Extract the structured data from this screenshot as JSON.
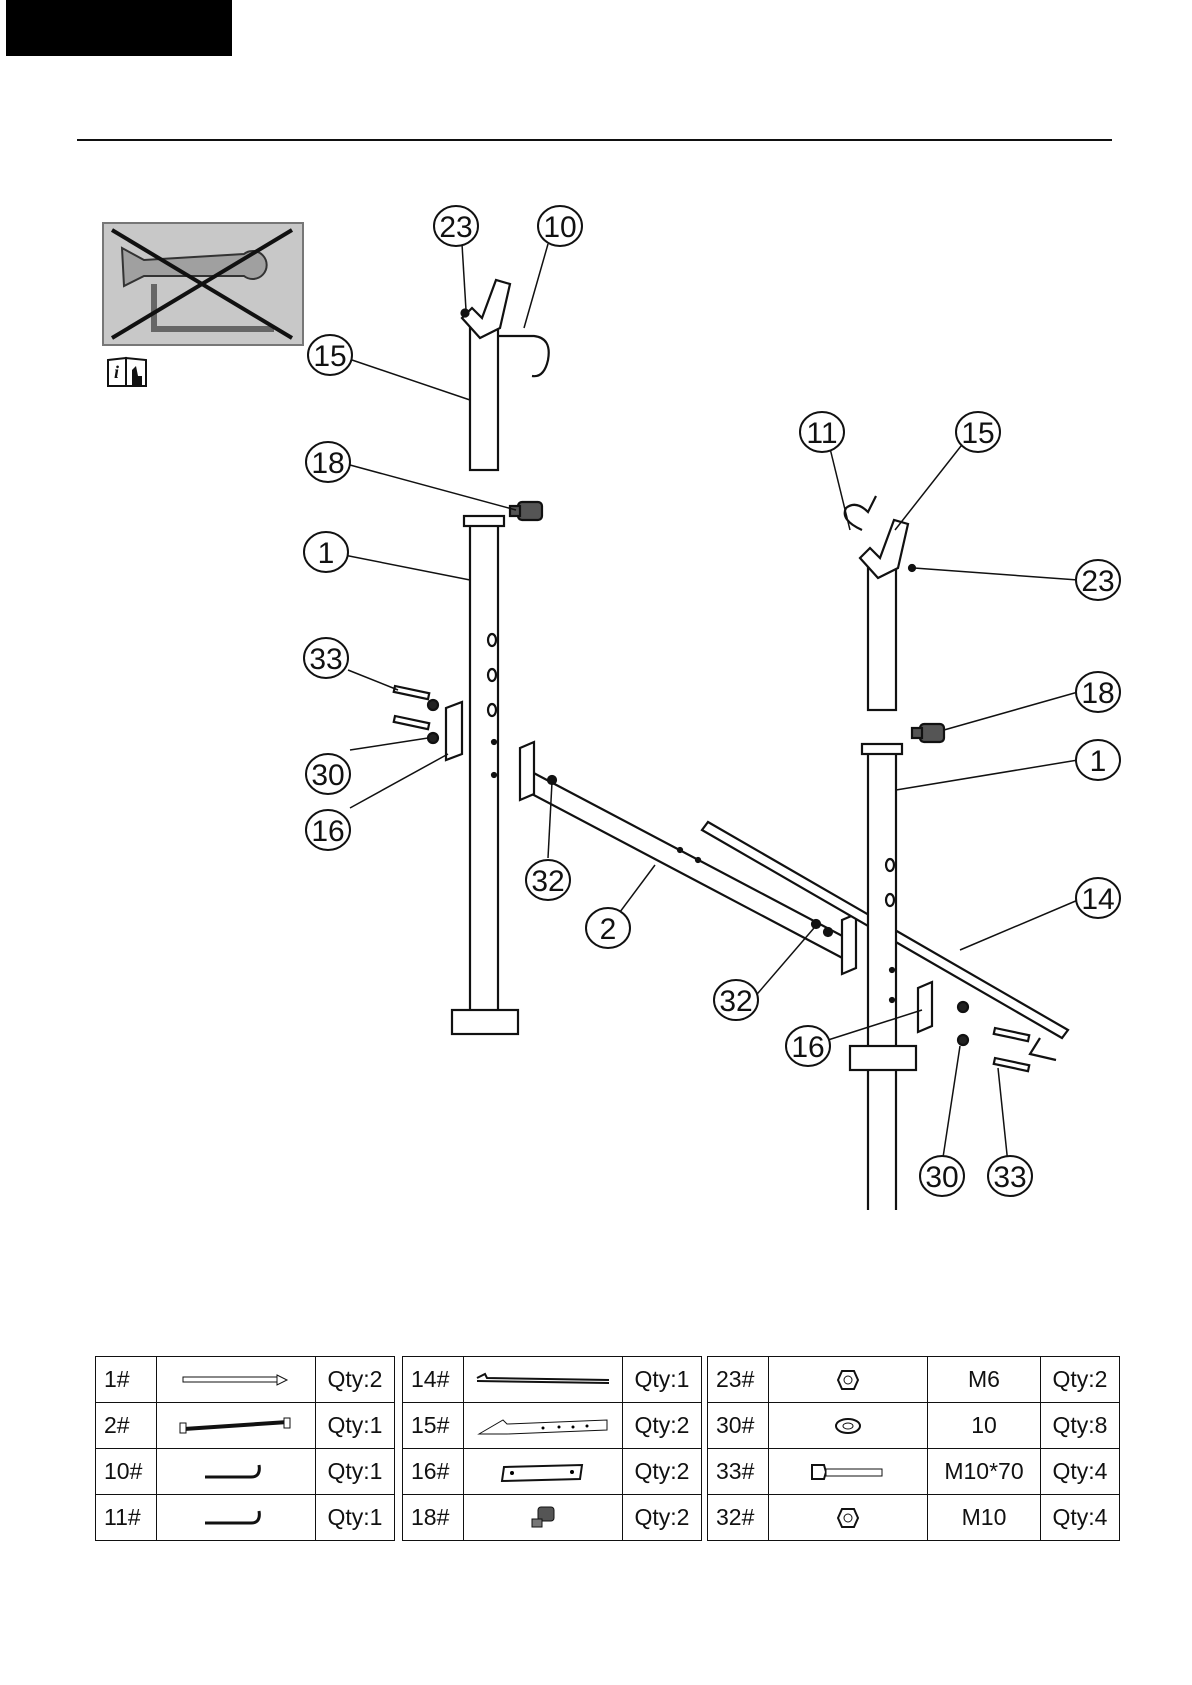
{
  "callouts": {
    "c23a": "23",
    "c10": "10",
    "c15a": "15",
    "c18a": "18",
    "c1a": "1",
    "c33a": "33",
    "c30a": "30",
    "c16a": "16",
    "c32a": "32",
    "c2": "2",
    "c11": "11",
    "c15b": "15",
    "c23b": "23",
    "c18b": "18",
    "c1b": "1",
    "c14": "14",
    "c32b": "32",
    "c16b": "16",
    "c30b": "30",
    "c33b": "33"
  },
  "info_icon_letter": "i",
  "table1": [
    {
      "code": "1#",
      "icon": "tube-icon",
      "qty": "Qty:2"
    },
    {
      "code": "2#",
      "icon": "crossbar-icon",
      "qty": "Qty:1"
    },
    {
      "code": "10#",
      "icon": "hook-icon",
      "qty": "Qty:1"
    },
    {
      "code": "11#",
      "icon": "hook-icon",
      "qty": "Qty:1"
    }
  ],
  "table2": [
    {
      "code": "14#",
      "icon": "rod-icon",
      "qty": "Qty:1"
    },
    {
      "code": "15#",
      "icon": "upright-icon",
      "qty": "Qty:2"
    },
    {
      "code": "16#",
      "icon": "plate-icon",
      "qty": "Qty:2"
    },
    {
      "code": "18#",
      "icon": "knob-icon",
      "qty": "Qty:2"
    }
  ],
  "table3": [
    {
      "code": "23#",
      "icon": "nut-icon",
      "size": "M6",
      "qty": "Qty:2"
    },
    {
      "code": "30#",
      "icon": "washer-icon",
      "size": "10",
      "qty": "Qty:8"
    },
    {
      "code": "33#",
      "icon": "bolt-icon",
      "size": "M10*70",
      "qty": "Qty:4"
    },
    {
      "code": "32#",
      "icon": "nut-icon",
      "size": "M10",
      "qty": "Qty:4"
    }
  ]
}
